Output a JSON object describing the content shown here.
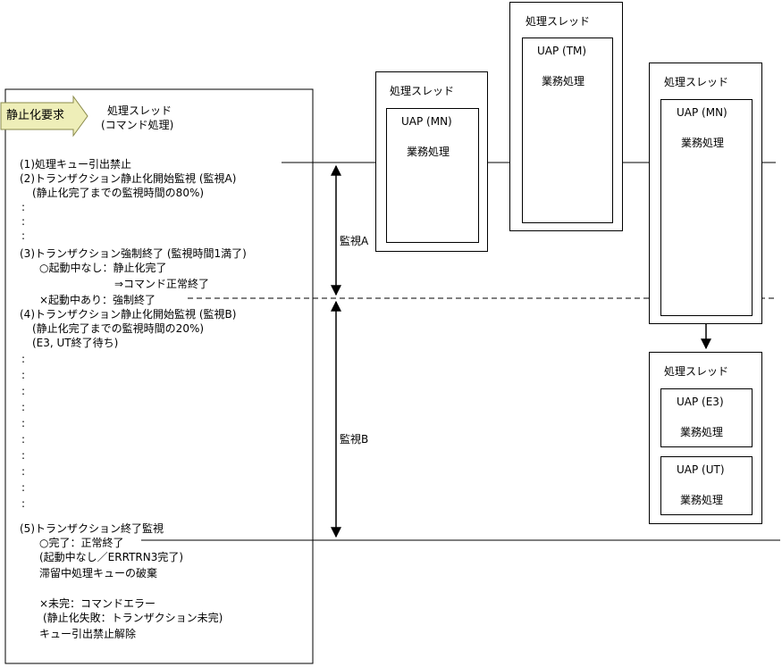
{
  "colors": {
    "line": "#000000",
    "arrow_fill": "#eeeeb8",
    "arrow_stroke": "#8a8a4a",
    "burst_fill": "#f06ea9",
    "burst_stroke": "#c8307a"
  },
  "request": {
    "label": "静止化要求"
  },
  "command_thread": {
    "title": "処理スレッド",
    "subtitle": "(コマンド処理)"
  },
  "steps": {
    "s1": "(1)処理キュー引出禁止",
    "s2": "(2)トランザクション静止化開始監視 (監視A)",
    "s2_note": "(静止化完了までの監視時間の80%)",
    "s3": "(3)トランザクション強制終了 (監視時間1満了)",
    "s3_a": "○起動中なし：静止化完了",
    "s3_a2": "⇒コマンド正常終了",
    "s3_b": "×起動中あり：強制終了",
    "s4": "(4)トランザクション静止化開始監視 (監視B)",
    "s4_note": "(静止化完了までの監視時間の20%)",
    "s4_note2": "(E3, UT終了待ち)",
    "s5": "(5)トランザクション終了監視",
    "s5_ok": "○完了：正常終了",
    "s5_ok_note": "(起動中なし／ERRTRN3完了)",
    "s5_ok_note2": "滞留中処理キューの破棄",
    "s5_ng": "×未完：コマンドエラー",
    "s5_ng_note": "(静止化失敗：トランザクション未完)",
    "s5_ng_note2": "キュー引出禁止解除"
  },
  "dots": ":",
  "monitor": {
    "a": "監視A",
    "b": "監視B"
  },
  "threads": {
    "t1": {
      "title": "処理スレッド",
      "uap": "UAP (MN)",
      "job": "業務処理"
    },
    "t2": {
      "title": "処理スレッド",
      "uap": "UAP (TM)",
      "job": "業務処理"
    },
    "t3": {
      "title": "処理スレッド",
      "uap": "UAP (MN)",
      "job": "業務処理"
    },
    "t4": {
      "title": "処理スレッド",
      "uap1": "UAP (E3)",
      "job1": "業務処理",
      "uap2": "UAP (UT)",
      "job2": "業務処理"
    }
  }
}
